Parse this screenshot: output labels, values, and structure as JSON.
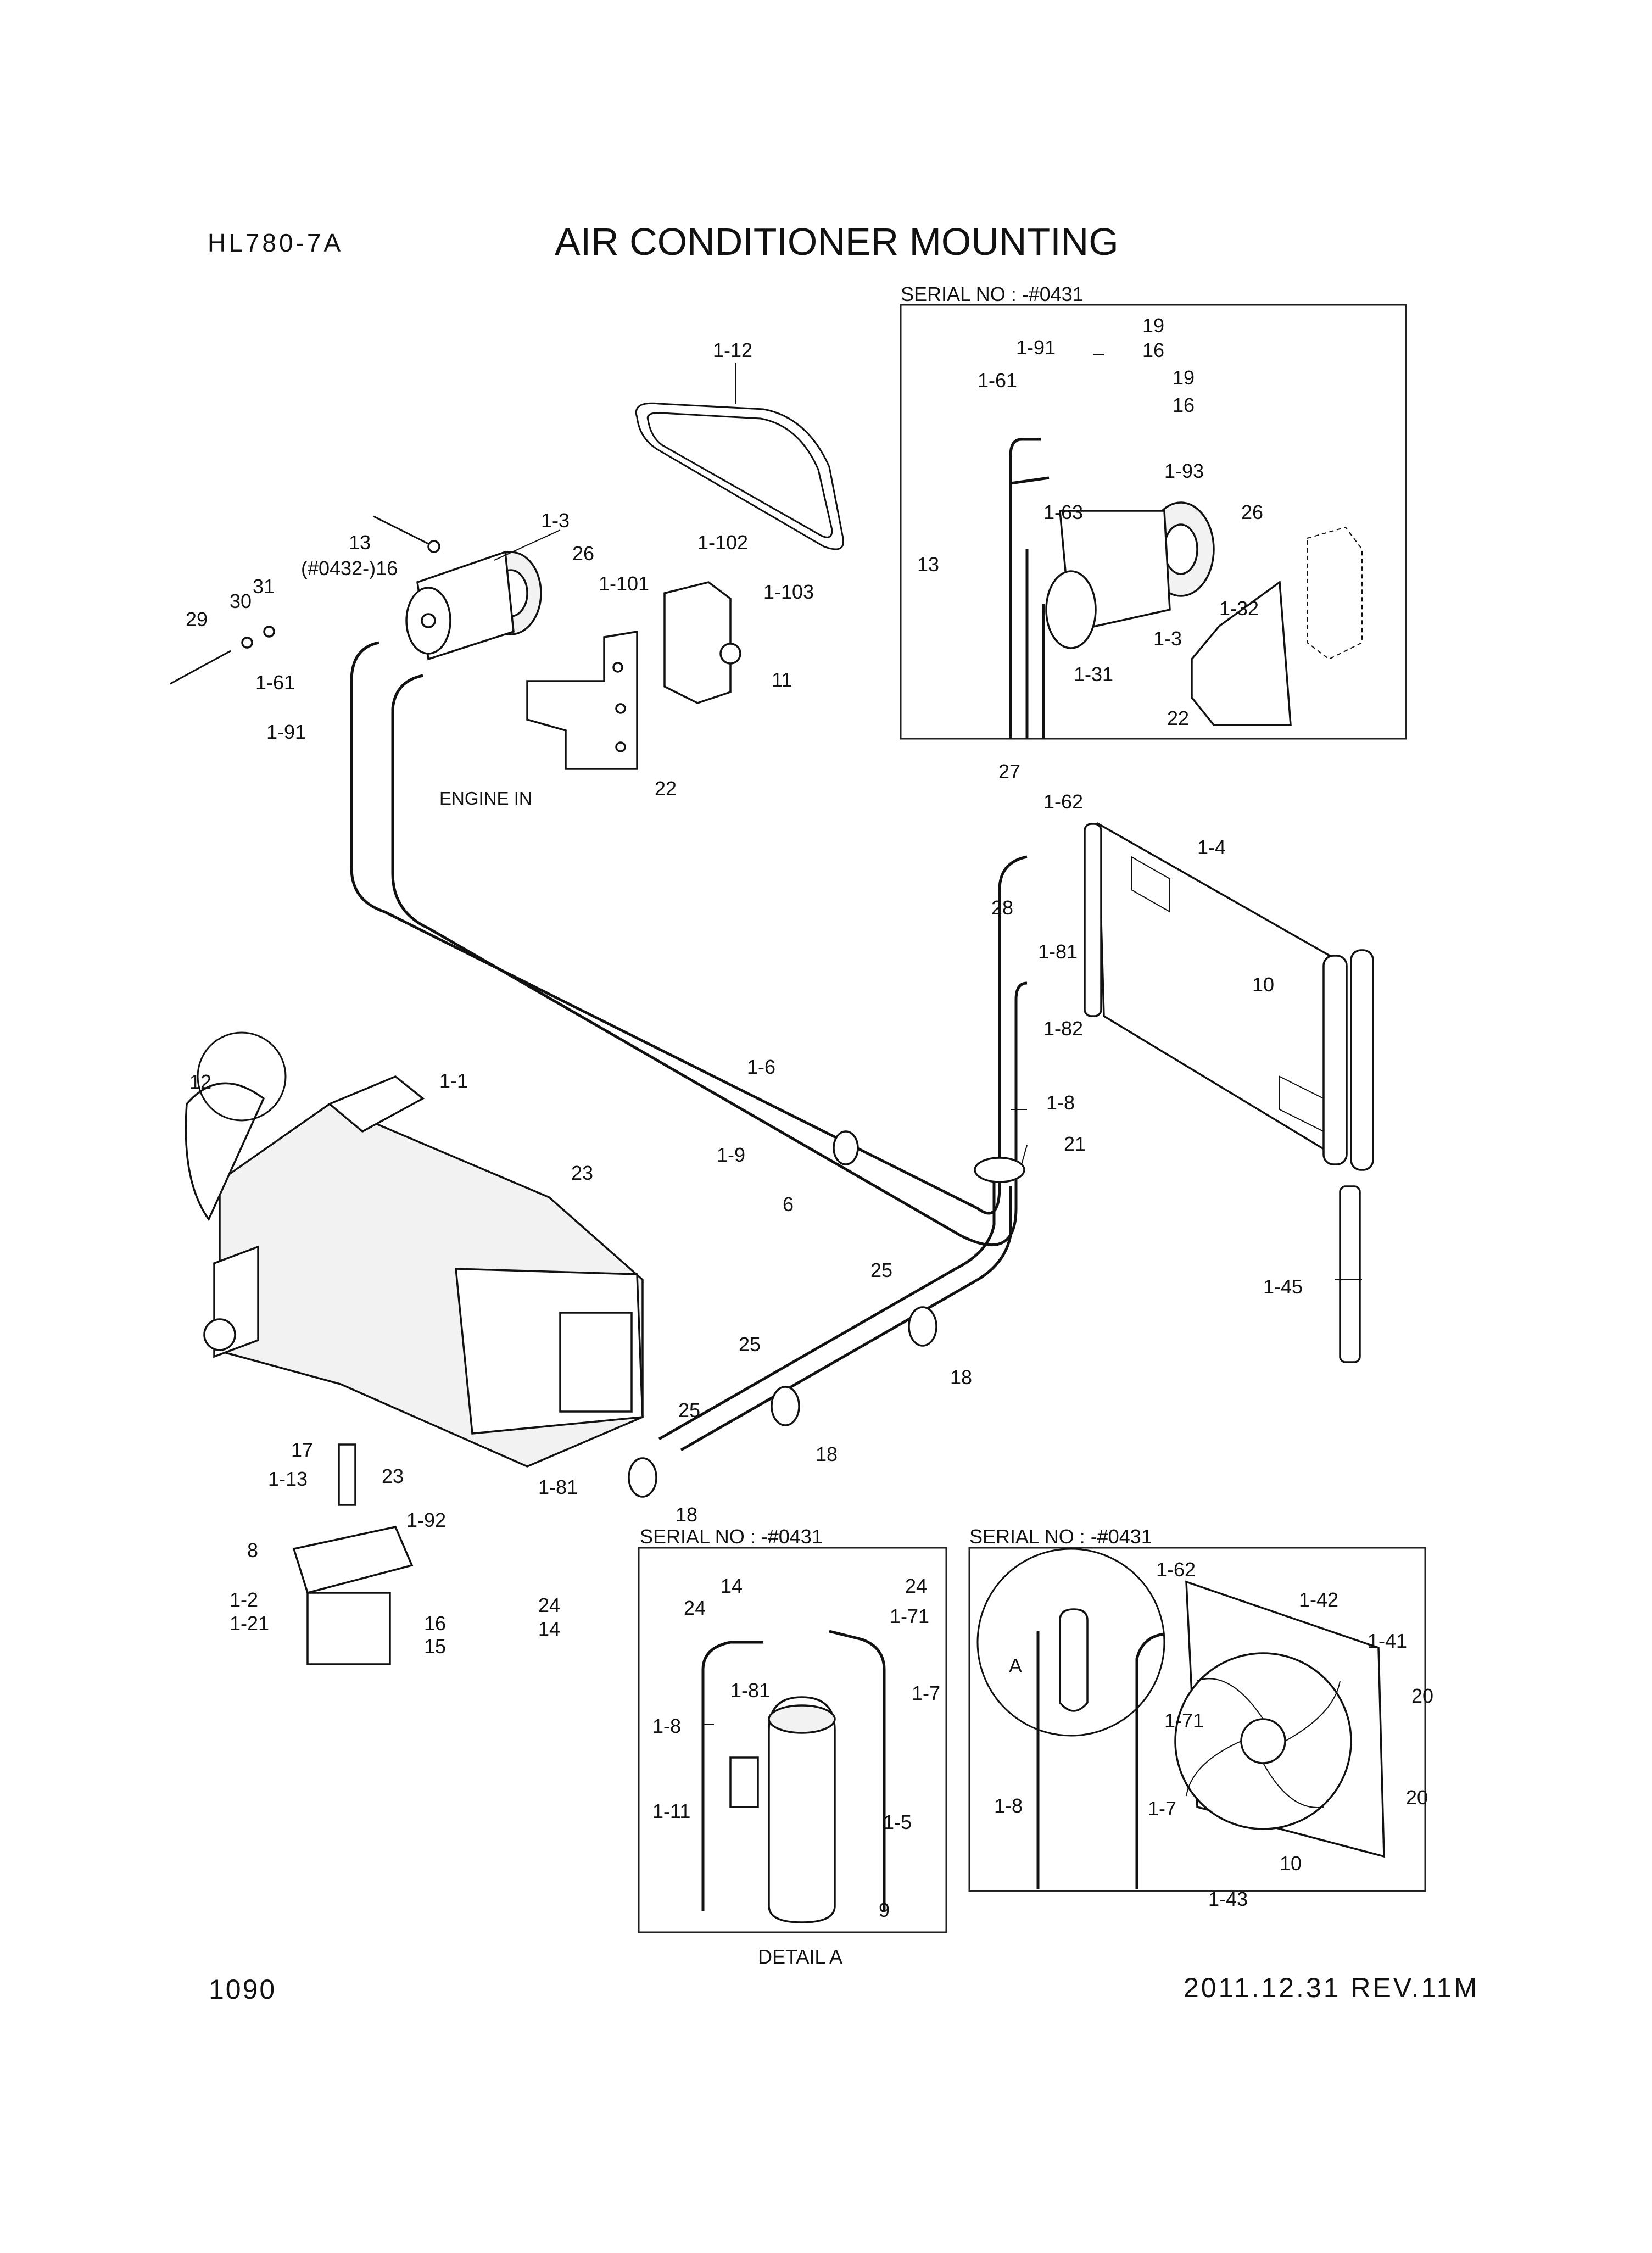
{
  "header": {
    "model": "HL780-7A",
    "title": "AIR CONDITIONER MOUNTING"
  },
  "footer": {
    "page_number": "1090",
    "revision": "2011.12.31 REV.11M"
  },
  "annotations": {
    "engine_in": "ENGINE IN",
    "detail_a_caption": "DETAIL A",
    "detail_a_marker": "A"
  },
  "insets": {
    "top_right": {
      "serial": "SERIAL NO : -#0431"
    },
    "bottom_middle": {
      "serial": "SERIAL NO : -#0431"
    },
    "bottom_right": {
      "serial": "SERIAL NO : -#0431"
    }
  },
  "callouts": {
    "main": [
      "1-12",
      "1-3",
      "13",
      "(#0432-)16",
      "31",
      "30",
      "29",
      "26",
      "1-101",
      "1-102",
      "1-103",
      "11",
      "1-61",
      "1-91",
      "22",
      "27",
      "1-62",
      "1-4",
      "28",
      "1-81",
      "10",
      "1-82",
      "1-8",
      "21",
      "1-6",
      "1-9",
      "6",
      "12",
      "1-1",
      "23",
      "25",
      "25",
      "18",
      "25",
      "18",
      "18",
      "1-45",
      "17",
      "1-13",
      "23",
      "1-81",
      "1-92",
      "8",
      "1-2",
      "1-21",
      "16",
      "15",
      "24",
      "14"
    ],
    "top_right": [
      "19",
      "16",
      "1-91",
      "19",
      "16",
      "1-61",
      "1-93",
      "1-63",
      "26",
      "13",
      "1-32",
      "1-3",
      "1-31",
      "22"
    ],
    "bottom_middle": [
      "14",
      "24",
      "24",
      "1-71",
      "1-81",
      "1-7",
      "1-8",
      "1-11",
      "1-5",
      "9"
    ],
    "bottom_right": [
      "1-62",
      "1-42",
      "1-41",
      "20",
      "1-71",
      "20",
      "1-8",
      "1-7",
      "10",
      "1-43"
    ]
  },
  "icons": {
    "compressor": "ac-compressor-icon",
    "condenser": "condenser-icon",
    "heater_unit": "hvac-unit-icon",
    "receiver_drier": "receiver-drier-icon",
    "fan": "condenser-fan-icon",
    "belt": "drive-belt-icon",
    "control_panel": "control-panel-icon"
  }
}
